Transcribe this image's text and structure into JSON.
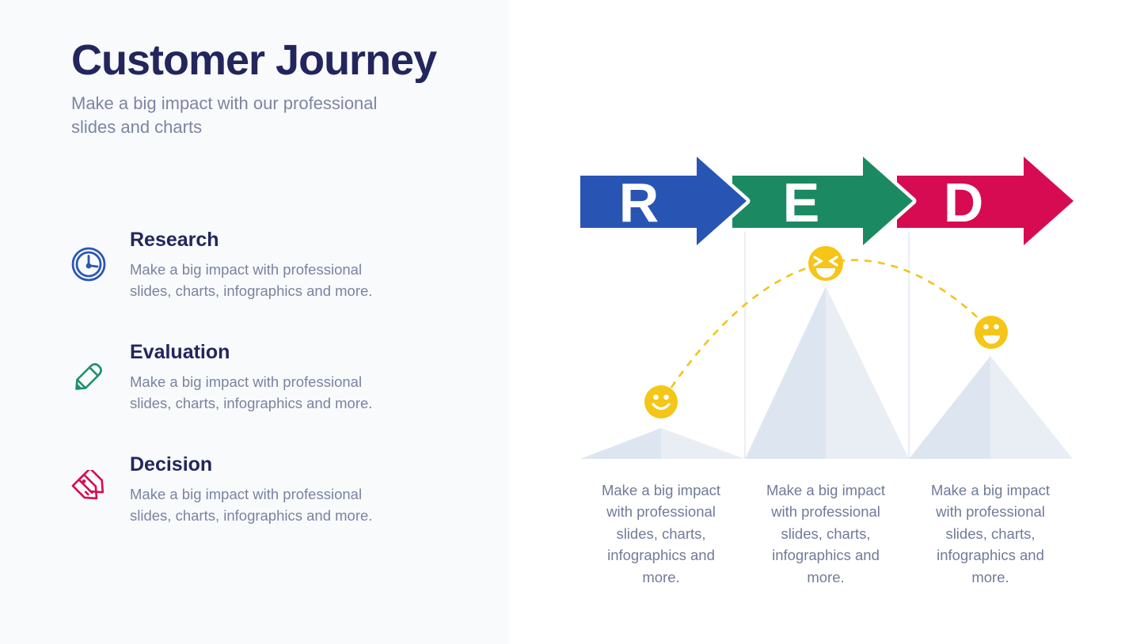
{
  "slide": {
    "title": "Customer Journey",
    "subtitle": "Make a big impact with our professional slides and charts"
  },
  "stages": [
    {
      "letter": "R",
      "label": "Research",
      "description": "Make a big impact with professional slides, charts, infographics and more.",
      "icon": "clock-icon",
      "color": "#2854b4"
    },
    {
      "letter": "E",
      "label": "Evaluation",
      "description": "Make a big impact with professional slides, charts, infographics and more.",
      "icon": "pencil-icon",
      "color": "#1b8a63"
    },
    {
      "letter": "D",
      "label": "Decision",
      "description": "Make a big impact with professional slides, charts, infographics and more.",
      "icon": "tags-icon",
      "color": "#d60b52"
    }
  ],
  "diagram": {
    "captions": [
      "Make a big impact with professional slides, charts, infographics and more.",
      "Make a big impact with professional slides, charts, infographics and more.",
      "Make a big impact with professional slides, charts, infographics and more."
    ],
    "emojis": [
      "smiling-face",
      "laughing-face",
      "grinning-face"
    ],
    "curve_color": "#f0c41f",
    "emoji_color": "#f5c518",
    "mountain_colors": [
      "#dde6f0",
      "#e9eef5"
    ],
    "divider_color": "#e3e9f2"
  },
  "colors": {
    "left_panel_bg": "#f8fafc",
    "background": "#ffffff",
    "heading_text": "#23265c",
    "body_text": "#7b839e"
  }
}
